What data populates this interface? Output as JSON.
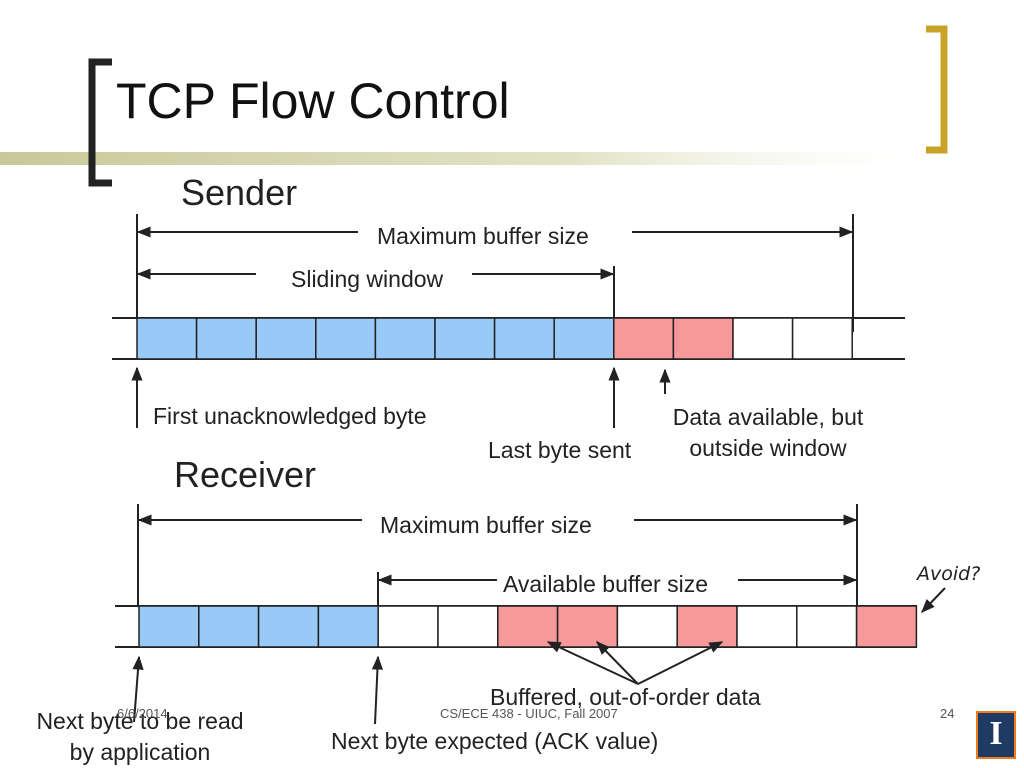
{
  "title": "TCP Flow Control",
  "sender": {
    "heading": "Sender",
    "max_buffer_label": "Maximum buffer size",
    "sliding_window_label": "Sliding window",
    "first_unacked_label": "First unacknowledged byte",
    "last_byte_sent_label": "Last byte sent",
    "data_available_line1": "Data available, but",
    "data_available_line2": "outside window"
  },
  "receiver": {
    "heading": "Receiver",
    "max_buffer_label": "Maximum buffer size",
    "available_buffer_label": "Available buffer size",
    "avoid_label": "Avoid?",
    "buffered_label": "Buffered, out-of-order data",
    "next_byte_read_line1": "Next byte to be read",
    "next_byte_read_line2": "by application",
    "next_byte_expected_label": "Next byte expected (ACK value)"
  },
  "footer": {
    "date": "6/6/2014",
    "course": "CS/ECE 438 - UIUC, Fall 2007",
    "page": "24"
  },
  "logo": {
    "letter": "I"
  },
  "colors": {
    "blue": "#99c9f7",
    "red": "#f7999b",
    "bracket_dark": "#222222",
    "bracket_gold": "#c8a328",
    "title_bar": "#d2d3a8"
  }
}
